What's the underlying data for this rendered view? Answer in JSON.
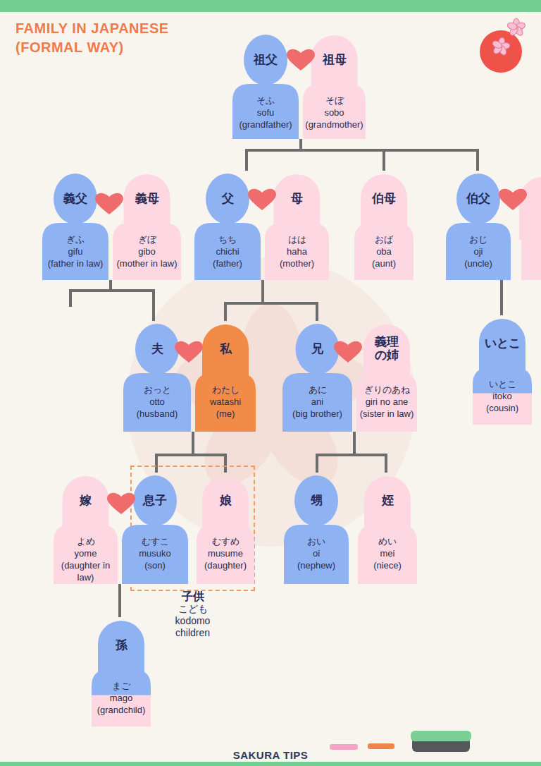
{
  "diagram": {
    "title": "FAMILY IN JAPANESE (FORMAL WAY)",
    "nodes": [
      {
        "text": [
          "祖父",
          "そふ",
          "sofu",
          "(grandfather)"
        ]
      },
      {
        "text": [
          "祖母",
          "そぼ",
          "sobo",
          "(grandmother)"
        ]
      },
      {
        "text": [
          "義父",
          "ぎふ",
          "gifu",
          "(father in law)"
        ]
      },
      {
        "text": [
          "義母",
          "ぎぼ",
          "gibo",
          "(mother in law)"
        ]
      },
      {
        "text": [
          "父",
          "ちち",
          "chichi",
          "(father)"
        ]
      },
      {
        "text": [
          "母",
          "はは",
          "haha",
          "(mother)"
        ]
      },
      {
        "text": [
          "伯母",
          "おば",
          "oba",
          "(aunt)"
        ]
      },
      {
        "text": [
          "伯父",
          "おじ",
          "oji",
          "(uncle)"
        ]
      },
      {
        "text": [
          "夫",
          "おっと",
          "otto",
          "(husband)"
        ]
      },
      {
        "text": [
          "私",
          "わたし",
          "watashi",
          "(me)"
        ]
      },
      {
        "text": [
          "兄",
          "あに",
          "ani",
          "(big brother)"
        ]
      },
      {
        "text": [
          "義理 の姉",
          "ぎりのあね",
          "giri no ane",
          "(sister in law)"
        ]
      },
      {
        "text": [
          "いとこ",
          "いとこ",
          "itoko",
          "(cousin)"
        ]
      },
      {
        "text": [
          "嫁",
          "よめ",
          "yome",
          "(daughter in law)"
        ]
      },
      {
        "text": [
          "子供",
          "こども",
          "kodomo",
          "children"
        ]
      },
      {
        "text": [
          "息子",
          "むすこ",
          "musuko",
          "(son)"
        ],
        "in": 14
      },
      {
        "text": [
          "娘",
          "むすめ",
          "musume",
          "(daughter)"
        ],
        "in": 14
      },
      {
        "text": [
          "甥",
          "おい",
          "oi",
          "(nephew)"
        ]
      },
      {
        "text": [
          "姪",
          "めい",
          "mei",
          "(niece)"
        ]
      },
      {
        "text": [
          "孫",
          "まご",
          "mago",
          "(grandchild)"
        ]
      }
    ],
    "edges": [
      {
        "from": 0,
        "to": 4,
        "arrow": "none"
      },
      {
        "from": 0,
        "to": 6,
        "arrow": "none"
      },
      {
        "from": 0,
        "to": 7,
        "arrow": "none"
      },
      {
        "from": 1,
        "to": 4,
        "arrow": "none"
      },
      {
        "from": 1,
        "to": 6,
        "arrow": "none"
      },
      {
        "from": 1,
        "to": 7,
        "arrow": "none"
      },
      {
        "from": 2,
        "to": 8,
        "arrow": "none"
      },
      {
        "from": 3,
        "to": 8,
        "arrow": "none"
      },
      {
        "from": 4,
        "to": 9,
        "arrow": "none"
      },
      {
        "from": 4,
        "to": 10,
        "arrow": "none"
      },
      {
        "from": 5,
        "to": 9,
        "arrow": "none"
      },
      {
        "from": 5,
        "to": 10,
        "arrow": "none"
      },
      {
        "from": 7,
        "to": 12,
        "arrow": "none"
      },
      {
        "from": 8,
        "to": 15,
        "arrow": "none"
      },
      {
        "from": 8,
        "to": 16,
        "arrow": "none"
      },
      {
        "from": 9,
        "to": 15,
        "arrow": "none"
      },
      {
        "from": 9,
        "to": 16,
        "arrow": "none"
      },
      {
        "from": 10,
        "to": 17,
        "arrow": "none"
      },
      {
        "from": 10,
        "to": 18,
        "arrow": "none"
      },
      {
        "from": 11,
        "to": 17,
        "arrow": "none"
      },
      {
        "from": 11,
        "to": 18,
        "arrow": "none"
      },
      {
        "from": 13,
        "to": 19,
        "arrow": "none"
      },
      {
        "from": 15,
        "to": 19,
        "arrow": "none"
      }
    ],
    "labels": [
      "SAKURA TIPS"
    ]
  }
}
